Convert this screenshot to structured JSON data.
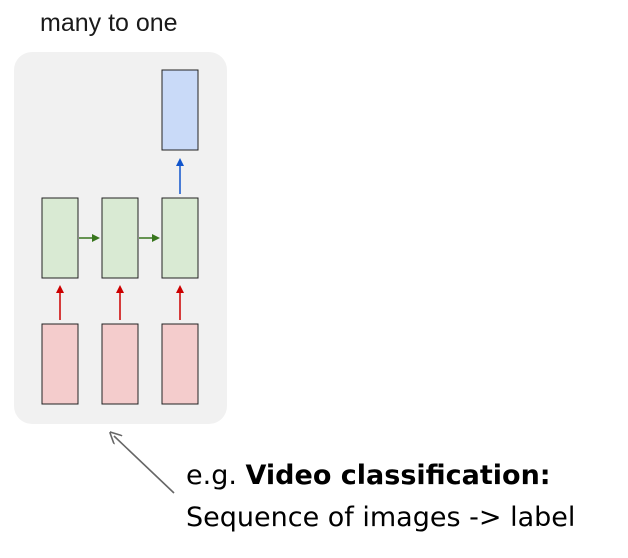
{
  "title": "many to one",
  "caption": {
    "prefix": "e.g. ",
    "emphasis": "Video classification:",
    "line2": "Sequence of images -> label"
  },
  "colors": {
    "panel_fill": "#f1f1f1",
    "input_fill": "#f4cccc",
    "hidden_fill": "#d9ead3",
    "output_fill": "#c9daf8",
    "box_stroke": "#222222",
    "input_arrow": "#cc0000",
    "recurrent_arrow": "#38761d",
    "output_arrow": "#1155cc",
    "pointer_arrow": "#666666"
  },
  "nodes": {
    "inputs": 3,
    "hidden": 3,
    "outputs": 1
  }
}
